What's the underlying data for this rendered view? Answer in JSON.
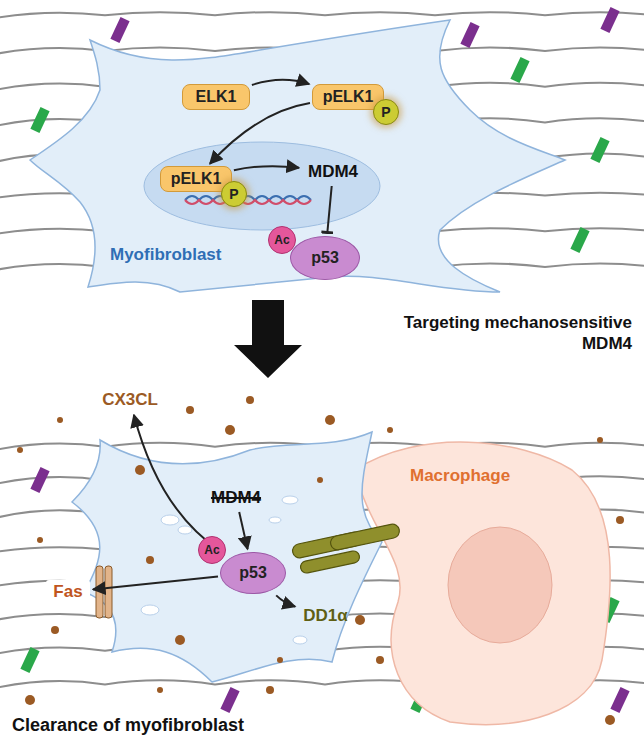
{
  "diagram": {
    "nodes": [
      {
        "text": [
          "Myofibroblast"
        ]
      },
      {
        "text": [
          "ELK1"
        ],
        "in": 0
      },
      {
        "text": [
          "pELK1"
        ],
        "in": 0
      },
      {
        "text": [
          "P"
        ],
        "in": 2
      },
      {
        "text": [
          "pELK1"
        ],
        "in": 0
      },
      {
        "text": [
          "P"
        ],
        "in": 4
      },
      {
        "text": [
          "MDM4"
        ],
        "in": 0
      },
      {
        "text": [
          "Ac"
        ],
        "in": 0
      },
      {
        "text": [
          "p53"
        ],
        "in": 0
      },
      {
        "text": [
          "CX3CL"
        ]
      },
      {
        "text": [
          "MDM4"
        ]
      },
      {
        "text": [
          "Ac"
        ]
      },
      {
        "text": [
          "p53"
        ]
      },
      {
        "text": [
          "Fas"
        ]
      },
      {
        "text": [
          "DD1α"
        ]
      },
      {
        "text": [
          "Macrophage"
        ]
      }
    ],
    "edges": [
      {
        "from": 1,
        "to": 2,
        "arrow": "to"
      },
      {
        "from": 2,
        "to": 4,
        "arrow": "to"
      },
      {
        "from": 4,
        "to": 6,
        "arrow": "to"
      },
      {
        "from": 6,
        "to": 8,
        "arrow": "to"
      },
      {
        "from": 10,
        "to": 12,
        "arrow": "to"
      },
      {
        "from": 12,
        "to": 9,
        "arrow": "to"
      },
      {
        "from": 12,
        "to": 13,
        "arrow": "to"
      },
      {
        "from": 12,
        "to": 14,
        "arrow": "to"
      }
    ],
    "labels": [
      "Targeting mechanosensitive MDM4",
      "Clearance of myofibroblast"
    ]
  }
}
